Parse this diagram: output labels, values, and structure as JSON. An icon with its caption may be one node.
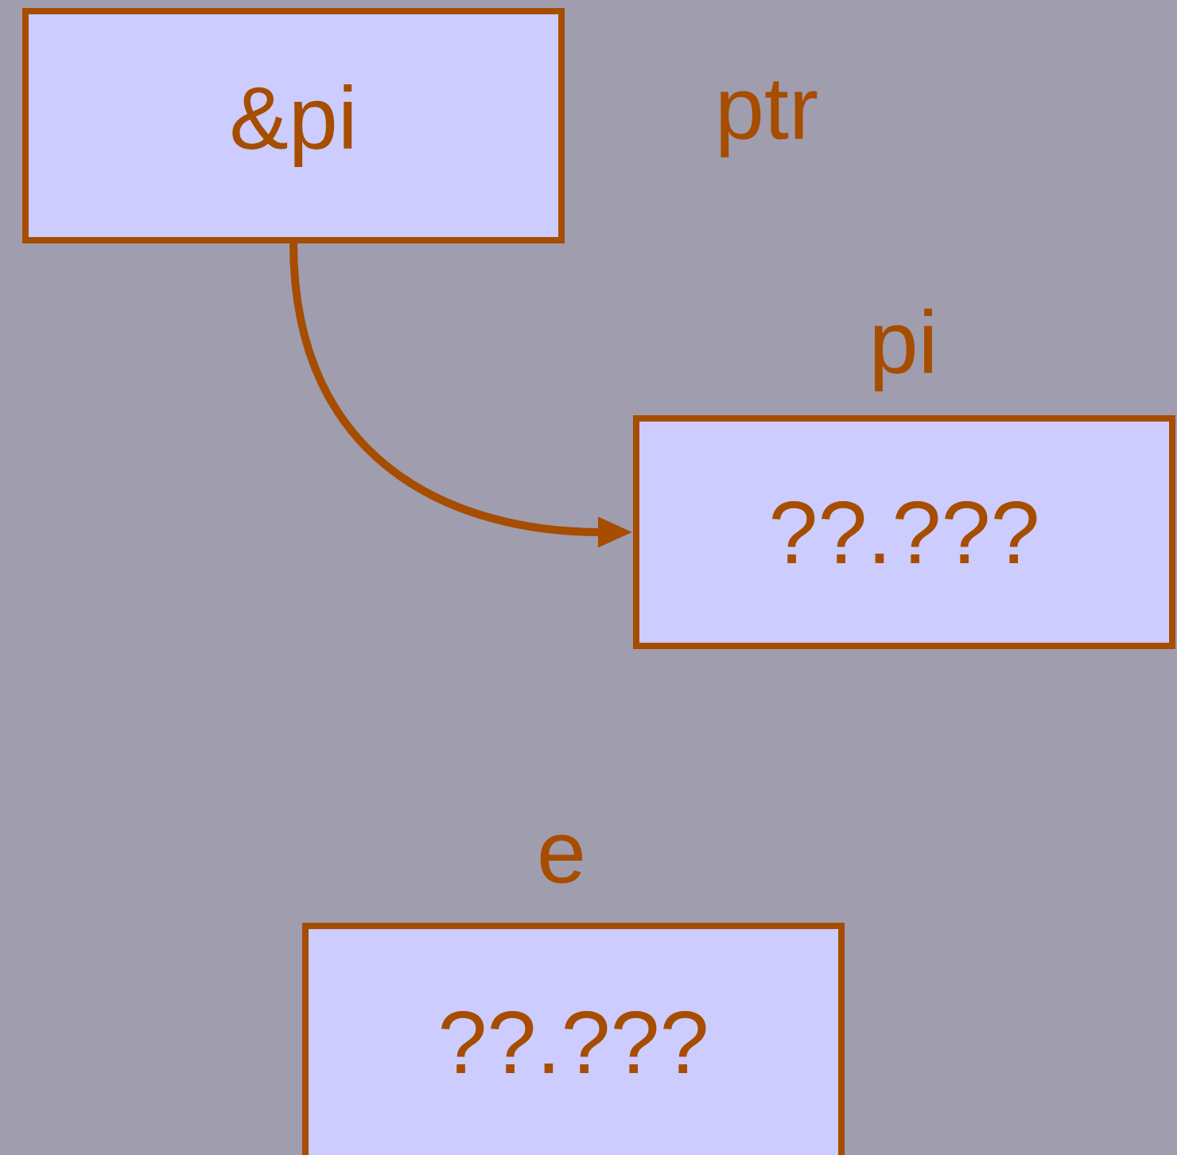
{
  "diagram": {
    "nodes": [
      {
        "text": [
          "&pi"
        ],
        "beside": [
          "ptr"
        ]
      },
      {
        "text": [
          "??.???"
        ],
        "beside": [
          "pi"
        ]
      },
      {
        "text": [
          "??.???"
        ],
        "beside": [
          "e"
        ]
      }
    ],
    "edges": [
      {
        "from": 0,
        "to": 1,
        "arrow": "to"
      }
    ]
  }
}
